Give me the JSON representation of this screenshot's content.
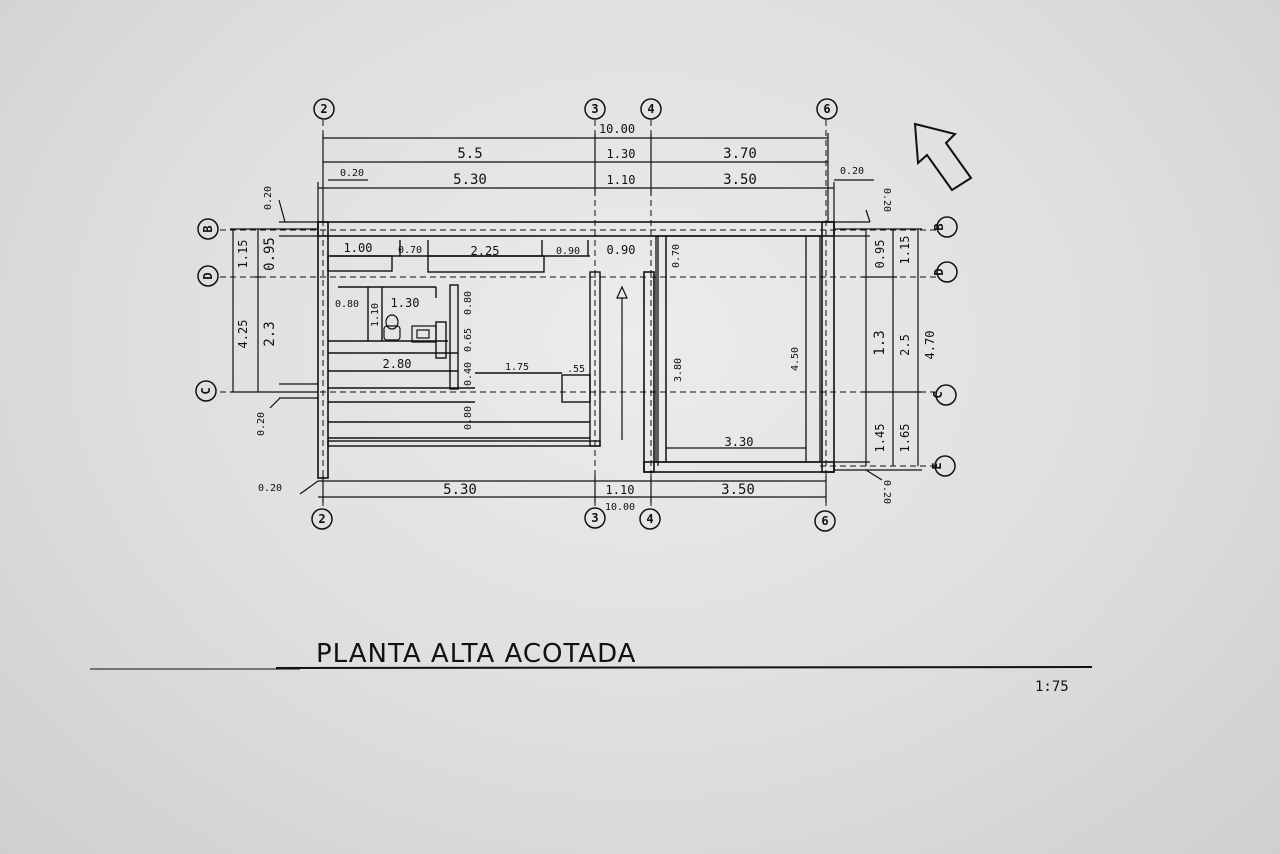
{
  "drawing": {
    "title": "PLANTA ALTA ACOTADA",
    "scale": "1:75"
  },
  "grid_axes": {
    "top": [
      "2",
      "3",
      "4",
      "6"
    ],
    "bottom": [
      "2",
      "3",
      "4",
      "6"
    ],
    "left": [
      "B",
      "D",
      "C"
    ],
    "right": [
      "B",
      "D",
      "C",
      "E"
    ]
  },
  "dimensions": {
    "top_total": "10.00",
    "top_row1": [
      "5.5",
      "1.30",
      "3.70"
    ],
    "top_row2": [
      "5.30",
      "1.10",
      "3.50"
    ],
    "top_wall_left": "0.20",
    "top_wall_right": "0.20",
    "bottom": [
      "5.30",
      "1.10",
      "3.50"
    ],
    "bottom_total": "10.00",
    "bottom_wall": "0.20",
    "left_outer": [
      "1.15",
      "4.25"
    ],
    "left_inner": [
      "0.95",
      "2.3"
    ],
    "left_wall_top": "0.20",
    "left_wall_bottom": "0.20",
    "right_inner": [
      "0.95",
      "1.3",
      "1.45"
    ],
    "right_mid": [
      "1.15",
      "2.5",
      "1.65"
    ],
    "right_outer": "4.70",
    "right_wall_top": "0.20",
    "right_wall_bottom": "0.20",
    "interior": {
      "d1": "1.00",
      "d2": "0.70",
      "d3": "2.25",
      "d4": "0.90",
      "d5": "0.90",
      "d6": "0.70",
      "d7": "0.80",
      "d8": "1.30",
      "d9": "1.10",
      "d10": "0.80",
      "d11": "0.65",
      "d12": "2.80",
      "d13": "0.40",
      "d14": "1.75",
      "d15": ".55",
      "d16": "0.80",
      "d17": "3.80",
      "d18": "4.50",
      "d19": "3.30"
    }
  }
}
